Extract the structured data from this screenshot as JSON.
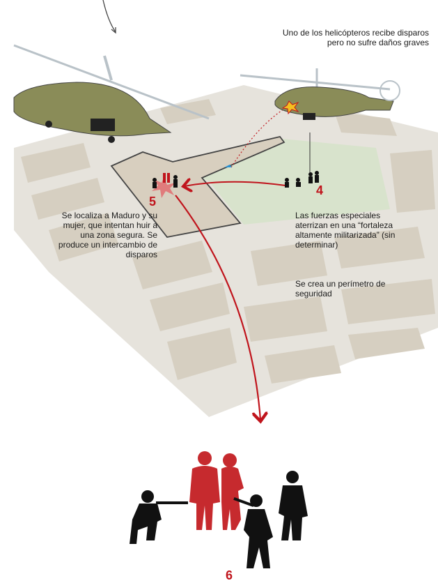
{
  "annotations": {
    "helicopter_hit": "Uno de los helicópteros recibe disparos pero no sufre daños graves",
    "maduro_located": "Se localiza a Maduro y su mujer, que intentan huir a una zona segura. Se produce un intercambio de disparos",
    "forces_land": "Las fuerzas especiales aterrizan en una “fortaleza altamente militarizada” (sin determinar)",
    "perimeter": "Se crea un perímetro de seguridad"
  },
  "steps": {
    "four": "4",
    "five": "5",
    "six": "6"
  },
  "colors": {
    "accent": "#c0141c",
    "map_base": "#e4e1d9",
    "block": "#d3cbbb",
    "green": "#d8e3cc",
    "silhouette": "#111111"
  }
}
